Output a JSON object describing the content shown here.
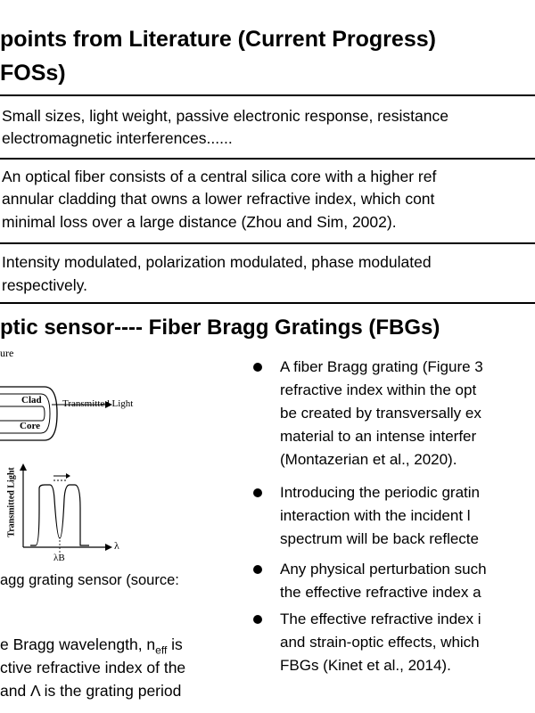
{
  "slide": {
    "title_line1": "points from Literature (Current Progress)",
    "title_line2": "FOSs)",
    "rows": [
      {
        "lines": [
          "Small sizes, light weight, passive electronic response, resistance",
          "electromagnetic interferences......"
        ]
      },
      {
        "lines": [
          "An optical fiber consists of a central silica core with a higher ref",
          "annular cladding that owns a lower refractive index, which cont",
          "minimal loss over a large distance (Zhou and Sim, 2002)."
        ]
      },
      {
        "lines": [
          "Intensity modulated, polarization modulated, phase modulated",
          "respectively."
        ]
      }
    ],
    "section_heading": "ptic sensor---- Fiber Bragg Gratings (FBGs)"
  },
  "figure": {
    "label_top": "ure",
    "clad_label": "Clad",
    "core_label": "Core",
    "transmitted_light": "Transmitted Light",
    "y_axis_label": "Transmitted Light",
    "x_axis_symbol": "λ",
    "bragg_symbol": "λB",
    "caption": "agg grating sensor (source:"
  },
  "equation_text": {
    "line1_pre": "e Bragg wavelength, n",
    "line1_sub": "eff",
    "line1_post": " is",
    "line2": "ctive refractive index of the",
    "line3": "and Λ is the grating period"
  },
  "bullets": [
    {
      "lines": [
        "A fiber Bragg grating (Figure 3",
        "refractive index within the opt",
        "be created by transversally ex",
        "material to an intense interfer",
        "(Montazerian et al., 2020)."
      ]
    },
    {
      "lines": [
        "Introducing the periodic gratin",
        "interaction with the incident l",
        "spectrum will be back reflecte"
      ]
    },
    {
      "lines": [
        "Any physical perturbation such",
        "the effective refractive index a"
      ]
    },
    {
      "lines": [
        "The effective refractive index i",
        "and strain-optic effects, which",
        "FBGs (Kinet et al., 2014)."
      ]
    }
  ]
}
